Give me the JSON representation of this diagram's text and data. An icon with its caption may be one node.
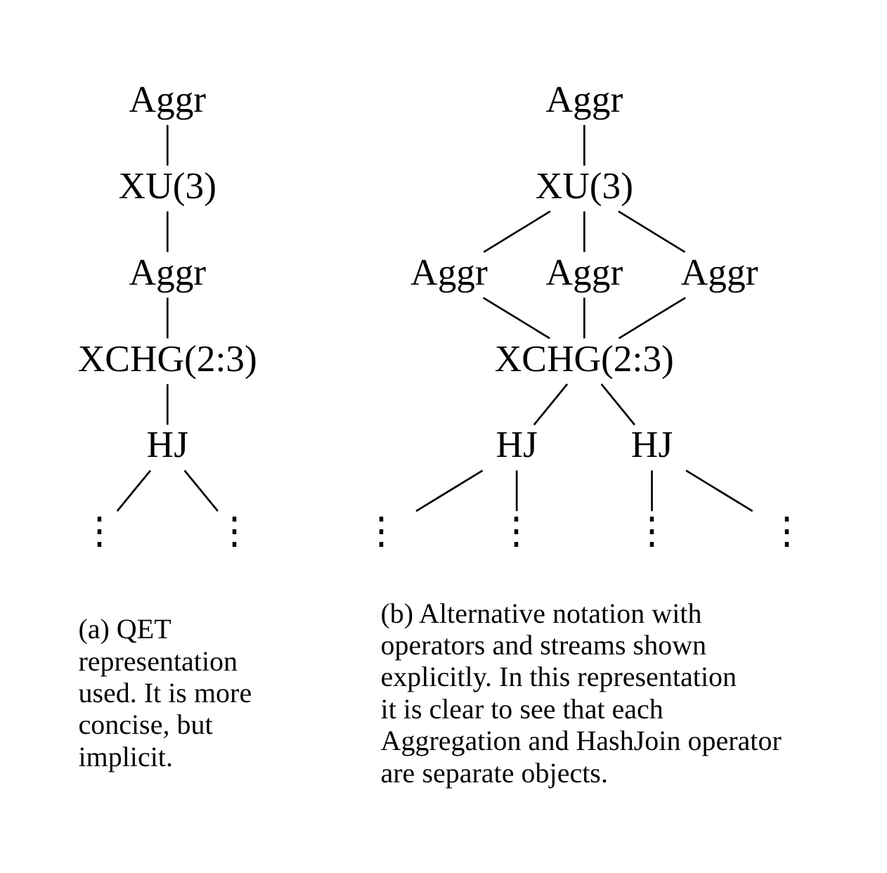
{
  "diagram": {
    "nodes": [
      {
        "text": [
          "Aggr"
        ]
      },
      {
        "text": [
          "XU(3)"
        ]
      },
      {
        "text": [
          "Aggr"
        ]
      },
      {
        "text": [
          "XCHG(2:3)"
        ]
      },
      {
        "text": [
          "HJ"
        ]
      },
      {
        "text": [
          "⋮"
        ]
      },
      {
        "text": [
          "⋮"
        ]
      },
      {
        "text": [
          "Aggr"
        ]
      },
      {
        "text": [
          "XU(3)"
        ]
      },
      {
        "text": [
          "Aggr"
        ]
      },
      {
        "text": [
          "Aggr"
        ]
      },
      {
        "text": [
          "Aggr"
        ]
      },
      {
        "text": [
          "XCHG(2:3)"
        ]
      },
      {
        "text": [
          "HJ"
        ]
      },
      {
        "text": [
          "HJ"
        ]
      },
      {
        "text": [
          "⋮"
        ]
      },
      {
        "text": [
          "⋮"
        ]
      },
      {
        "text": [
          "⋮"
        ]
      },
      {
        "text": [
          "⋮"
        ]
      }
    ],
    "edges": [
      {
        "from": 0,
        "to": 1,
        "arrow": "none"
      },
      {
        "from": 1,
        "to": 2,
        "arrow": "none"
      },
      {
        "from": 2,
        "to": 3,
        "arrow": "none"
      },
      {
        "from": 3,
        "to": 4,
        "arrow": "none"
      },
      {
        "from": 4,
        "to": 5,
        "arrow": "none"
      },
      {
        "from": 4,
        "to": 6,
        "arrow": "none"
      },
      {
        "from": 7,
        "to": 8,
        "arrow": "none"
      },
      {
        "from": 8,
        "to": 9,
        "arrow": "none"
      },
      {
        "from": 8,
        "to": 10,
        "arrow": "none"
      },
      {
        "from": 8,
        "to": 11,
        "arrow": "none"
      },
      {
        "from": 9,
        "to": 12,
        "arrow": "none"
      },
      {
        "from": 10,
        "to": 12,
        "arrow": "none"
      },
      {
        "from": 11,
        "to": 12,
        "arrow": "none"
      },
      {
        "from": 12,
        "to": 13,
        "arrow": "none"
      },
      {
        "from": 12,
        "to": 14,
        "arrow": "none"
      },
      {
        "from": 13,
        "to": 15,
        "arrow": "none"
      },
      {
        "from": 13,
        "to": 16,
        "arrow": "none"
      },
      {
        "from": 14,
        "to": 17,
        "arrow": "none"
      },
      {
        "from": 14,
        "to": 18,
        "arrow": "none"
      }
    ],
    "labels": [
      "(a) QET representation used. It is more concise, but implicit.",
      "(b) Alternative notation with operators and streams shown explicitly. In this representation it is clear to see that each Aggregation and HashJoin operator are separate objects."
    ]
  }
}
